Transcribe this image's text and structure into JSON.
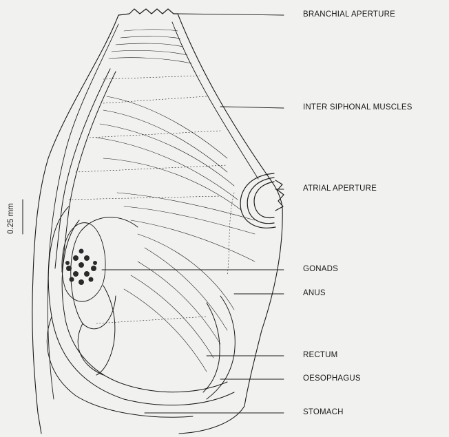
{
  "labels": {
    "branchial_aperture": "BRANCHIAL APERTURE",
    "inter_siphonal_muscles": "INTER SIPHONAL MUSCLES",
    "atrial_aperture": "ATRIAL APERTURE",
    "gonads": "GONADS",
    "anus": "ANUS",
    "rectum": "RECTUM",
    "oesophagus": "OESOPHAGUS",
    "stomach": "STOMACH"
  },
  "scale_bar": {
    "text": "0.25 mm"
  },
  "colors": {
    "ink": "#1a1a1a",
    "background": "#f1f1ef"
  }
}
